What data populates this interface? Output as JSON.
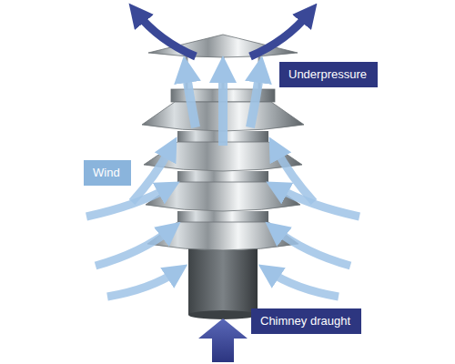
{
  "diagram": {
    "nodes": [
      {
        "text": [
          "Underpressure"
        ]
      },
      {
        "text": [
          "Wind"
        ]
      },
      {
        "text": [
          "Chimney draught"
        ]
      }
    ]
  }
}
